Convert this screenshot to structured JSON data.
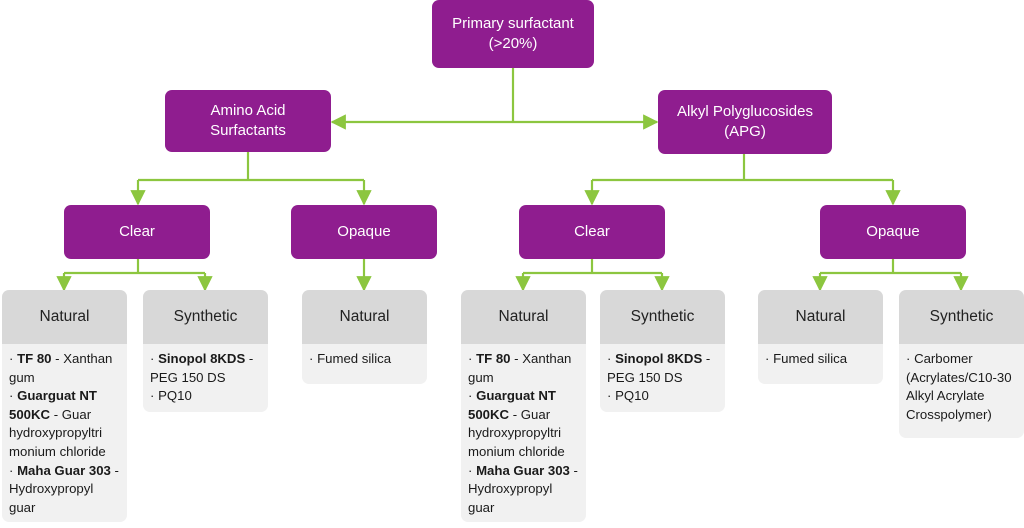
{
  "root": {
    "label": "Primary surfactant",
    "sub": "(>20%)"
  },
  "branches": [
    {
      "label": "Amino Acid",
      "sub": "Surfactants"
    },
    {
      "label": "Alkyl Polyglucosides",
      "sub": "(APG)"
    }
  ],
  "groups": [
    {
      "label": "Clear"
    },
    {
      "label": "Opaque"
    },
    {
      "label": "Clear"
    },
    {
      "label": "Opaque"
    }
  ],
  "leaves": [
    {
      "label": "Natural",
      "items": [
        {
          "bullet": "· ",
          "bold": "TF 80",
          "text": " - Xanthan gum"
        },
        {
          "bullet": "· ",
          "bold": "Guarguat NT 500KC",
          "text": " - Guar hydroxypropyltri monium chloride"
        },
        {
          "bullet": "· ",
          "bold": "Maha Guar 303",
          "text": " - Hydroxypropyl guar"
        }
      ]
    },
    {
      "label": "Synthetic",
      "items": [
        {
          "bullet": "· ",
          "bold": "Sinopol 8KDS",
          "text": " - PEG 150 DS"
        },
        {
          "bullet": "· ",
          "bold": "",
          "text": "PQ10"
        }
      ]
    },
    {
      "label": "Natural",
      "items": [
        {
          "bullet": "· ",
          "bold": "",
          "text": "Fumed silica"
        }
      ]
    },
    {
      "label": "Natural",
      "items": [
        {
          "bullet": "· ",
          "bold": "TF 80",
          "text": " - Xanthan gum"
        },
        {
          "bullet": "· ",
          "bold": "Guarguat NT 500KC",
          "text": " - Guar hydroxypropyltri monium chloride"
        },
        {
          "bullet": "· ",
          "bold": "Maha Guar 303",
          "text": " - Hydroxypropyl guar"
        }
      ]
    },
    {
      "label": "Synthetic",
      "items": [
        {
          "bullet": "· ",
          "bold": "Sinopol 8KDS",
          "text": " - PEG 150 DS"
        },
        {
          "bullet": "· ",
          "bold": "",
          "text": "PQ10"
        }
      ]
    },
    {
      "label": "Natural",
      "items": [
        {
          "bullet": "· ",
          "bold": "",
          "text": "Fumed silica"
        }
      ]
    },
    {
      "label": "Synthetic",
      "items": [
        {
          "bullet": "· ",
          "bold": "",
          "text": "Carbomer (Acrylates/C10-30 Alkyl Acrylate Crosspolymer)"
        }
      ]
    }
  ],
  "colors": {
    "node": "#8f1d8f",
    "connector": "#8cc63f",
    "leaf_header": "#d8d8d8",
    "leaf_body": "#f1f1f1"
  }
}
